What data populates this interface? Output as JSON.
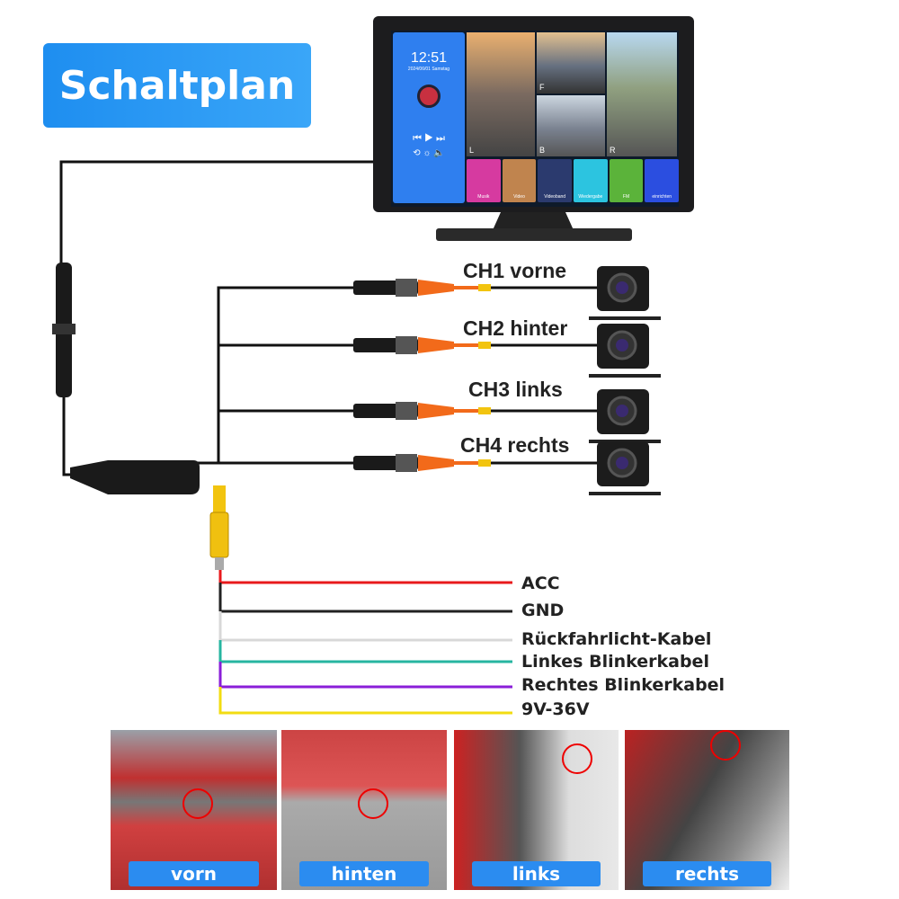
{
  "title": "Schaltplan",
  "monitor": {
    "time": "12:51",
    "date": "2024/06/01 Samstag",
    "views": [
      "L",
      "F",
      "B",
      "R"
    ],
    "apps": [
      {
        "label": "Musik",
        "color": "#d63aa0"
      },
      {
        "label": "Video",
        "color": "#c0844e"
      },
      {
        "label": "Videoband",
        "color": "#2b3a6e"
      },
      {
        "label": "Wiedergabe",
        "color": "#2cc4e0"
      },
      {
        "label": "FM",
        "color": "#5bb33a"
      },
      {
        "label": "einrichten",
        "color": "#2b4ee0"
      }
    ]
  },
  "channels": [
    "CH1 vorne",
    "CH2 hinter",
    "CH3 links",
    "CH4 rechts"
  ],
  "wires": [
    {
      "label": "ACC",
      "color": "#e8191c"
    },
    {
      "label": "GND",
      "color": "#222222"
    },
    {
      "label": "Rückfahrlicht-Kabel",
      "color": "#d8d8d8"
    },
    {
      "label": "Linkes Blinkerkabel",
      "color": "#26b5a0"
    },
    {
      "label": "Rechtes Blinkerkabel",
      "color": "#8a1ed8"
    },
    {
      "label": "9V-36V",
      "color": "#f2dc12"
    }
  ],
  "photos": [
    "vorn",
    "hinten",
    "links",
    "rechts"
  ]
}
